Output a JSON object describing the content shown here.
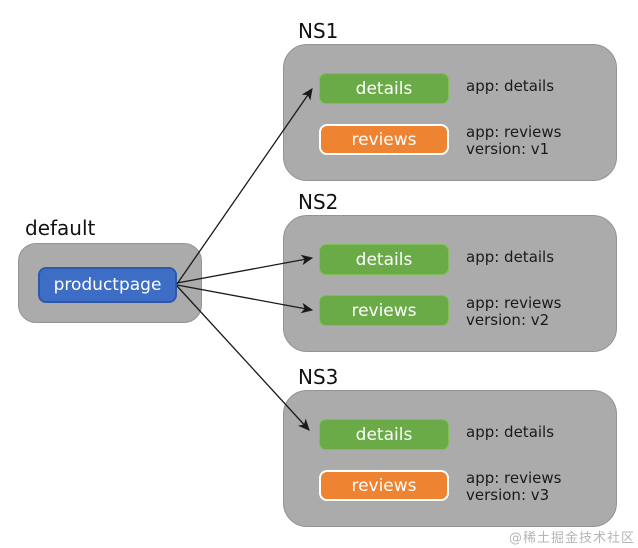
{
  "diagram": {
    "default_namespace": {
      "label": "default",
      "service": {
        "label": "productpage"
      }
    },
    "namespaces": [
      {
        "label": "NS1",
        "services": [
          {
            "label": "details",
            "variant": "green",
            "annotation": [
              "app: details"
            ]
          },
          {
            "label": "reviews",
            "variant": "orange",
            "annotation": [
              "app: reviews",
              "version: v1"
            ]
          }
        ]
      },
      {
        "label": "NS2",
        "services": [
          {
            "label": "details",
            "variant": "green",
            "annotation": [
              "app: details"
            ]
          },
          {
            "label": "reviews",
            "variant": "green",
            "annotation": [
              "app: reviews",
              "version: v2"
            ]
          }
        ]
      },
      {
        "label": "NS3",
        "services": [
          {
            "label": "details",
            "variant": "green",
            "annotation": [
              "app: details"
            ]
          },
          {
            "label": "reviews",
            "variant": "orange",
            "annotation": [
              "app: reviews",
              "version: v3"
            ]
          }
        ]
      }
    ],
    "arrows": [
      {
        "from": "productpage",
        "to": "ns1-details"
      },
      {
        "from": "productpage",
        "to": "ns2-details"
      },
      {
        "from": "productpage",
        "to": "ns2-reviews"
      },
      {
        "from": "productpage",
        "to": "ns3-details"
      }
    ],
    "watermark": "@稀土掘金技术社区",
    "colors": {
      "green": "#6bab47",
      "orange": "#ee8331",
      "blue": "#3e6dc5",
      "namespace_gray": "#ababab"
    }
  }
}
